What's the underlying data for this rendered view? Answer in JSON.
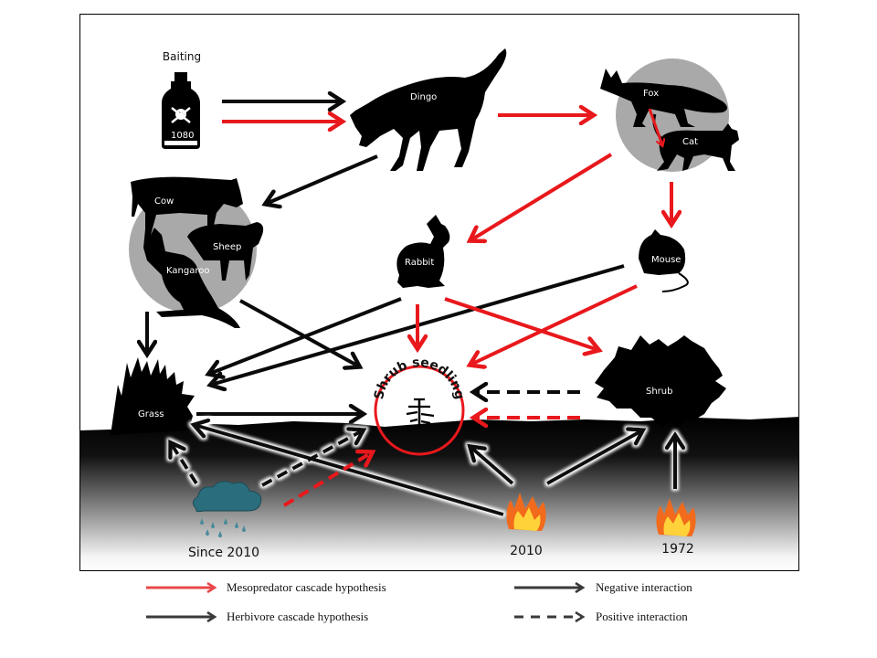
{
  "colors": {
    "red": "#e8181c",
    "black": "#0a0a0a",
    "grey_circle": "#a9a9a9",
    "legend_grey": "#3a3a3a"
  },
  "nodes": {
    "baiting": {
      "label": "Baiting",
      "bottle_text": "1080",
      "icon": "poison-bottle-icon"
    },
    "dingo": {
      "label": "Dingo",
      "icon": "dingo-silhouette"
    },
    "fox": {
      "label": "Fox",
      "icon": "fox-silhouette"
    },
    "cat": {
      "label": "Cat",
      "icon": "cat-silhouette"
    },
    "cow": {
      "label": "Cow",
      "icon": "cow-silhouette"
    },
    "sheep": {
      "label": "Sheep",
      "icon": "sheep-silhouette"
    },
    "kangaroo": {
      "label": "Kangaroo",
      "icon": "kangaroo-silhouette"
    },
    "rabbit": {
      "label": "Rabbit",
      "icon": "rabbit-silhouette"
    },
    "mouse": {
      "label": "Mouse",
      "icon": "mouse-silhouette"
    },
    "grass": {
      "label": "Grass",
      "icon": "grass-silhouette"
    },
    "shrub": {
      "label": "Shrub",
      "icon": "shrub-silhouette"
    },
    "seedling": {
      "label": "Shrub seedling",
      "icon": "seedling-icon"
    },
    "rain": {
      "label": "Since 2010",
      "icon": "rain-cloud-icon"
    },
    "fire2010": {
      "label": "2010",
      "icon": "fire-icon"
    },
    "fire1972": {
      "label": "1972",
      "icon": "fire-icon"
    }
  },
  "edges": [
    {
      "from": "Baiting",
      "to": "Dingo",
      "type": "herbivore",
      "sign": "negative"
    },
    {
      "from": "Baiting",
      "to": "Dingo",
      "type": "mesopredator",
      "sign": "negative"
    },
    {
      "from": "Dingo",
      "to": "Fox/Cat",
      "type": "mesopredator",
      "sign": "negative"
    },
    {
      "from": "Dingo",
      "to": "Herbivores",
      "type": "herbivore",
      "sign": "negative"
    },
    {
      "from": "Fox",
      "to": "Cat",
      "type": "mesopredator",
      "sign": "negative"
    },
    {
      "from": "Fox/Cat",
      "to": "Rabbit",
      "type": "mesopredator",
      "sign": "negative"
    },
    {
      "from": "Fox/Cat",
      "to": "Mouse",
      "type": "mesopredator",
      "sign": "negative"
    },
    {
      "from": "Herbivores",
      "to": "Grass",
      "type": "herbivore",
      "sign": "negative"
    },
    {
      "from": "Herbivores",
      "to": "Shrub seedling",
      "type": "herbivore",
      "sign": "negative"
    },
    {
      "from": "Rabbit",
      "to": "Grass",
      "type": "herbivore",
      "sign": "negative"
    },
    {
      "from": "Mouse",
      "to": "Grass",
      "type": "herbivore",
      "sign": "negative"
    },
    {
      "from": "Rabbit",
      "to": "Shrub seedling",
      "type": "mesopredator",
      "sign": "negative"
    },
    {
      "from": "Rabbit",
      "to": "Shrub",
      "type": "mesopredator",
      "sign": "negative"
    },
    {
      "from": "Mouse",
      "to": "Shrub seedling",
      "type": "mesopredator",
      "sign": "negative"
    },
    {
      "from": "Grass",
      "to": "Shrub seedling",
      "type": "herbivore",
      "sign": "negative"
    },
    {
      "from": "Shrub",
      "to": "Shrub seedling",
      "type": "herbivore",
      "sign": "positive"
    },
    {
      "from": "Shrub",
      "to": "Shrub seedling",
      "type": "mesopredator",
      "sign": "positive"
    },
    {
      "from": "Since 2010",
      "to": "Grass",
      "type": "herbivore",
      "sign": "positive"
    },
    {
      "from": "Since 2010",
      "to": "Shrub seedling",
      "type": "herbivore",
      "sign": "positive"
    },
    {
      "from": "Since 2010",
      "to": "Shrub seedling",
      "type": "mesopredator",
      "sign": "positive"
    },
    {
      "from": "2010",
      "to": "Grass",
      "type": "herbivore",
      "sign": "negative"
    },
    {
      "from": "2010",
      "to": "Shrub seedling",
      "type": "herbivore",
      "sign": "negative"
    },
    {
      "from": "2010",
      "to": "Shrub",
      "type": "herbivore",
      "sign": "negative"
    },
    {
      "from": "1972",
      "to": "Shrub",
      "type": "herbivore",
      "sign": "negative"
    }
  ],
  "legend": {
    "mesopredator": "Mesopredator cascade hypothesis",
    "herbivore": "Herbivore  cascade hypothesis",
    "negative": "Negative  interaction",
    "positive": "Positive  interaction"
  }
}
